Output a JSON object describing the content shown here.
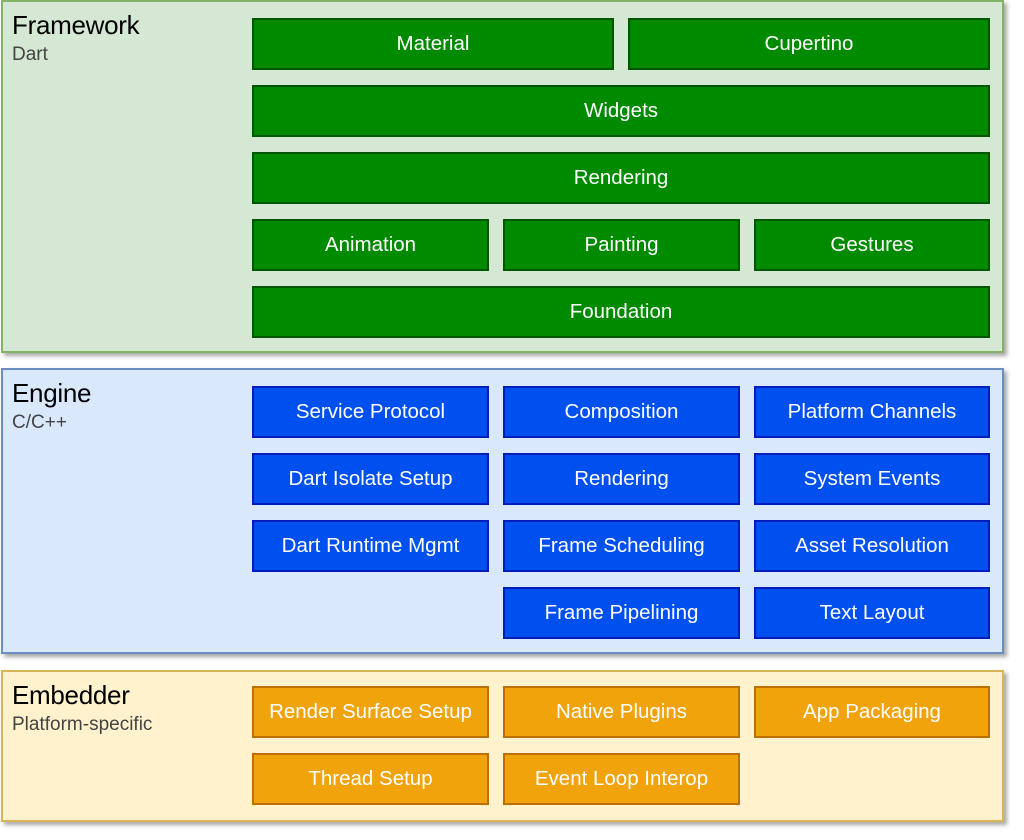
{
  "layers": [
    {
      "title": "Framework",
      "subtitle": "Dart",
      "colors": {
        "bg": "#d5e8d4",
        "border": "#82b366",
        "box": "#008a00",
        "box_border": "#005700"
      },
      "boxes": [
        "Material",
        "Cupertino",
        "Widgets",
        "Rendering",
        "Animation",
        "Painting",
        "Gestures",
        "Foundation"
      ]
    },
    {
      "title": "Engine",
      "subtitle": "C/C++",
      "colors": {
        "bg": "#dae8fc",
        "border": "#6c8ebf",
        "box": "#0050ef",
        "box_border": "#001dbc"
      },
      "boxes": [
        "Service Protocol",
        "Composition",
        "Platform Channels",
        "Dart Isolate Setup",
        "Rendering",
        "System Events",
        "Dart Runtime Mgmt",
        "Frame Scheduling",
        "Asset Resolution",
        "Frame Pipelining",
        "Text Layout"
      ]
    },
    {
      "title": "Embedder",
      "subtitle": "Platform-specific",
      "colors": {
        "bg": "#fff2cc",
        "border": "#d6b656",
        "box": "#f0a30a",
        "box_border": "#bd7000"
      },
      "boxes": [
        "Render Surface Setup",
        "Native Plugins",
        "App Packaging",
        "Thread Setup",
        "Event Loop Interop"
      ]
    }
  ]
}
